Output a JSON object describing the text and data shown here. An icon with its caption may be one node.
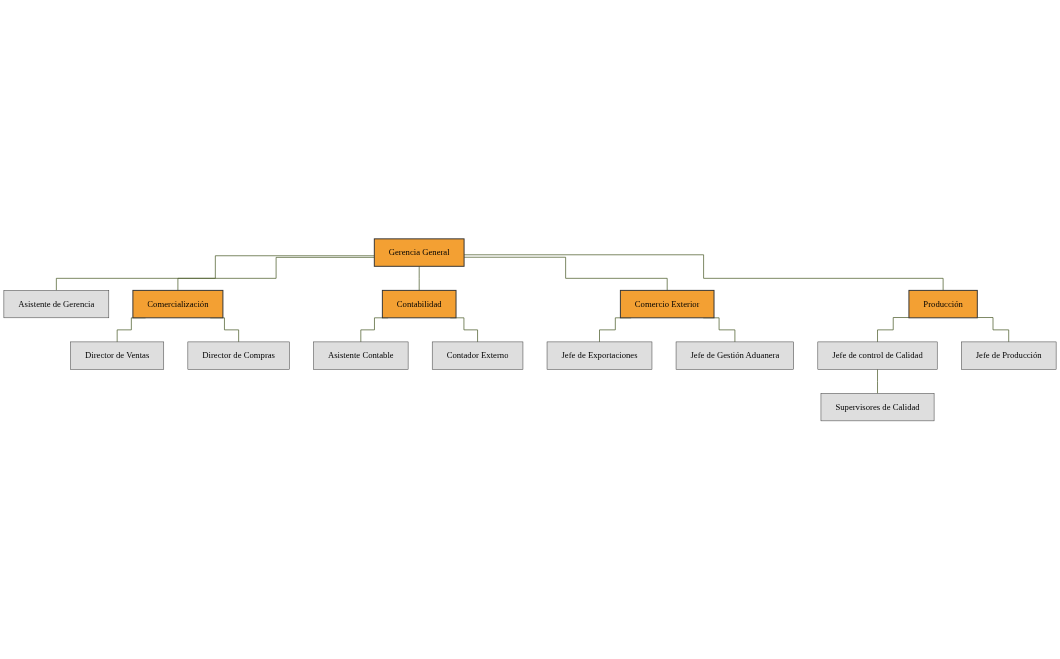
{
  "diagram": {
    "nodes": [
      {
        "text": [
          "Gerencia General"
        ]
      },
      {
        "text": [
          "Asistente de Gerencia"
        ]
      },
      {
        "text": [
          "Comercialización"
        ]
      },
      {
        "text": [
          "Contabilidad"
        ]
      },
      {
        "text": [
          "Comercio Exterior"
        ]
      },
      {
        "text": [
          "Producción"
        ]
      },
      {
        "text": [
          "Director de Ventas"
        ]
      },
      {
        "text": [
          "Director de Compras"
        ]
      },
      {
        "text": [
          "Asistente Contable"
        ]
      },
      {
        "text": [
          "Contador Externo"
        ]
      },
      {
        "text": [
          "Jefe de Exportaciones"
        ]
      },
      {
        "text": [
          "Jefe de Gestión Aduanera"
        ]
      },
      {
        "text": [
          "Jefe de control de Calidad"
        ]
      },
      {
        "text": [
          "Supervisores de Calidad"
        ]
      },
      {
        "text": [
          "Jefe de Producción"
        ]
      }
    ],
    "edges": [
      {
        "from": 0,
        "to": 1,
        "arrow": "none"
      },
      {
        "from": 0,
        "to": 2,
        "arrow": "none"
      },
      {
        "from": 0,
        "to": 3,
        "arrow": "none"
      },
      {
        "from": 0,
        "to": 4,
        "arrow": "none"
      },
      {
        "from": 0,
        "to": 5,
        "arrow": "none"
      },
      {
        "from": 2,
        "to": 6,
        "arrow": "none"
      },
      {
        "from": 2,
        "to": 7,
        "arrow": "none"
      },
      {
        "from": 3,
        "to": 8,
        "arrow": "none"
      },
      {
        "from": 3,
        "to": 9,
        "arrow": "none"
      },
      {
        "from": 4,
        "to": 10,
        "arrow": "none"
      },
      {
        "from": 4,
        "to": 11,
        "arrow": "none"
      },
      {
        "from": 5,
        "to": 12,
        "arrow": "none"
      },
      {
        "from": 5,
        "to": 14,
        "arrow": "none"
      },
      {
        "from": 12,
        "to": 13,
        "arrow": "none"
      }
    ]
  }
}
